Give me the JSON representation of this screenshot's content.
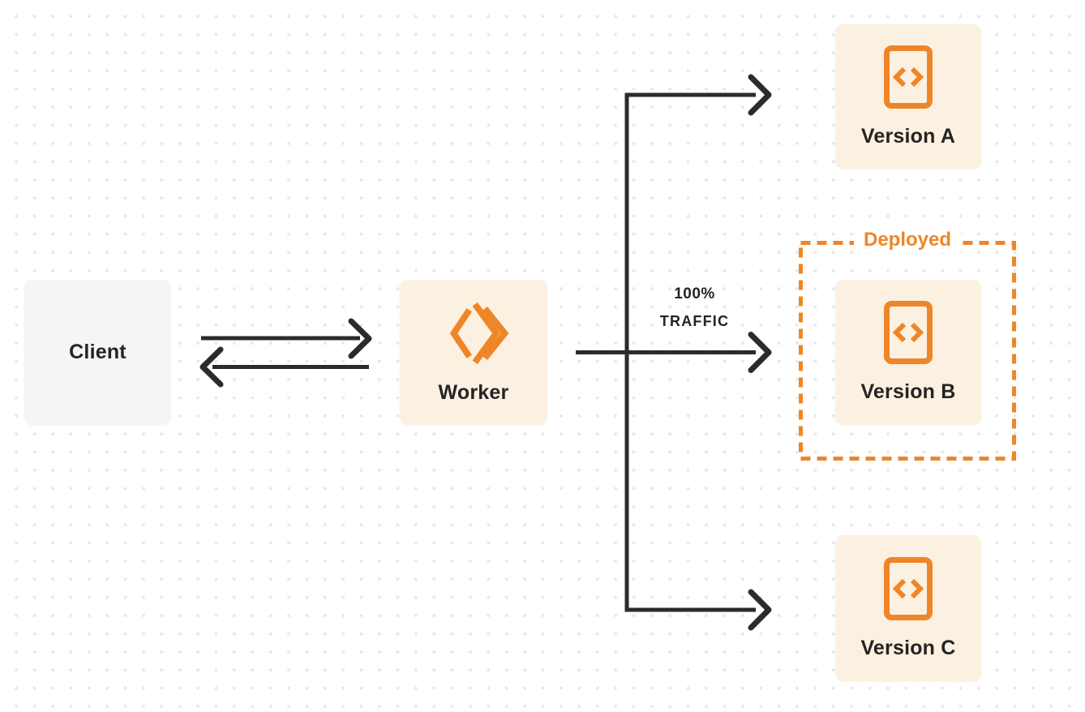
{
  "colors": {
    "orange": "#EE8629",
    "cream": "#FCF0E1",
    "client-bg": "#F4F5F6",
    "ink": "#242424",
    "arrow": "#2B2B2B",
    "dot": "#E7E7E7",
    "bg": "#FFFFFF"
  },
  "nodes": {
    "client": {
      "label": "Client"
    },
    "worker": {
      "label": "Worker",
      "icon": "cloudflare-workers-logo"
    },
    "version_a": {
      "label": "Version A",
      "icon": "code-file-icon"
    },
    "version_b": {
      "label": "Version B",
      "icon": "code-file-icon"
    },
    "version_c": {
      "label": "Version C",
      "icon": "code-file-icon"
    }
  },
  "annotations": {
    "deployed_label": "Deployed",
    "traffic_line1": "100%",
    "traffic_line2": "TRAFFIC"
  }
}
